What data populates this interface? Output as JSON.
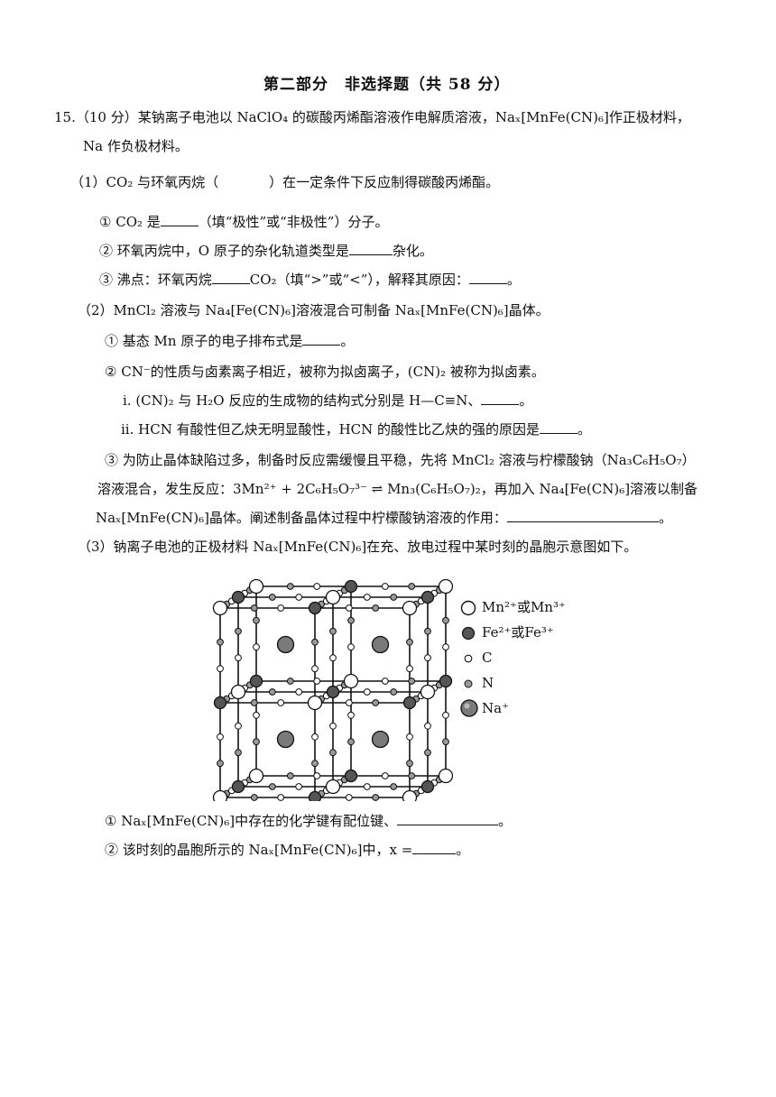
{
  "header": {
    "title": "第二部分　非选择题（共 58 分）"
  },
  "q15": {
    "stem_1": "15.（10 分）某钠离子电池以 NaClO₄ 的碳酸丙烯酯溶液作电解质溶液，Naₓ[MnFe(CN)₆]作正极材料，",
    "stem_2": "Na 作负极材料。",
    "p1_pre": "（1）CO₂ 与环氧丙烷（",
    "p1_post": "）在一定条件下反应制得碳酸丙烯酯。",
    "p1_a_pre": "① CO₂ 是",
    "p1_a_post": "（填“极性”或“非极性”）分子。",
    "p1_b_pre": "② 环氧丙烷中，O 原子的杂化轨道类型是",
    "p1_b_post": "杂化。",
    "p1_c_pre": "③ 沸点：环氧丙烷",
    "p1_c_mid": "CO₂（填“>”或“<”），解释其原因：",
    "p1_c_post": "。",
    "p2": "（2）MnCl₂ 溶液与 Na₄[Fe(CN)₆]溶液混合可制备 Naₓ[MnFe(CN)₆]晶体。",
    "p2_a_pre": "① 基态 Mn 原子的电子排布式是",
    "p2_a_post": "。",
    "p2_b": "② CN⁻的性质与卤素离子相近，被称为拟卤离子，(CN)₂ 被称为拟卤素。",
    "p2_b_i_pre": "i. (CN)₂ 与 H₂O 反应的生成物的结构式分别是 H—C≡N、",
    "p2_b_i_post": "。",
    "p2_b_ii_pre": "ii. HCN 有酸性但乙炔无明显酸性，HCN 的酸性比乙炔的强的原因是",
    "p2_b_ii_post": "。",
    "p2_c_1": "③ 为防止晶体缺陷过多，制备时反应需缓慢且平稳，先将 MnCl₂ 溶液与柠檬酸钠（Na₃C₆H₅O₇）",
    "p2_c_2": "溶液混合，发生反应：3Mn²⁺ + 2C₆H₅O₇³⁻ ⇌ Mn₃(C₆H₅O₇)₂，再加入 Na₄[Fe(CN)₆]溶液以制备",
    "p2_c_3_pre": "Naₓ[MnFe(CN)₆]晶体。阐述制备晶体过程中柠檬酸钠溶液的作用：",
    "p2_c_3_post": "。",
    "p3": "（3）钠离子电池的正极材料 Naₓ[MnFe(CN)₆]在充、放电过程中某时刻的晶胞示意图如下。",
    "p3_a_pre": "① Naₓ[MnFe(CN)₆]中存在的化学键有配位键、",
    "p3_a_post": "。",
    "p3_b_pre": "② 该时刻的晶胞所示的 Naₓ[MnFe(CN)₆]中，x =",
    "p3_b_post": "。"
  },
  "legend": {
    "mn": "Mn²⁺或Mn³⁺",
    "fe": "Fe²⁺或Fe³⁺",
    "c": "C",
    "n": "N",
    "na": "Na⁺"
  },
  "colors": {
    "ink": "#111111",
    "mn_fill": "#ffffff",
    "fe_fill": "#555555",
    "n_fill": "#9a9a9a",
    "na_fill": "#7a7a7a"
  }
}
